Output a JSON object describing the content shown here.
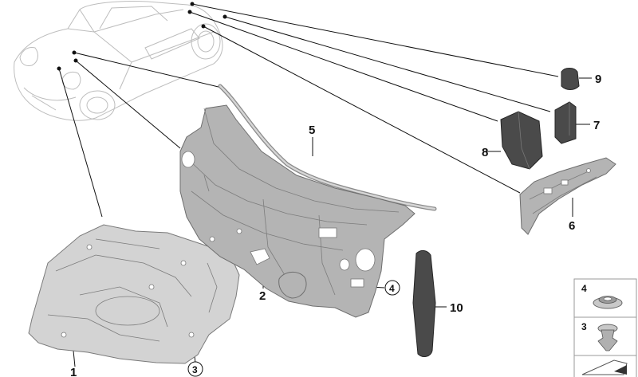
{
  "callouts": {
    "p1": "1",
    "p2": "2",
    "p3": "3",
    "p4": "4",
    "p5": "5",
    "p6": "6",
    "p7": "7",
    "p8": "8",
    "p9": "9",
    "p10": "10"
  },
  "legend": {
    "item_a": "4",
    "item_b": "3"
  }
}
